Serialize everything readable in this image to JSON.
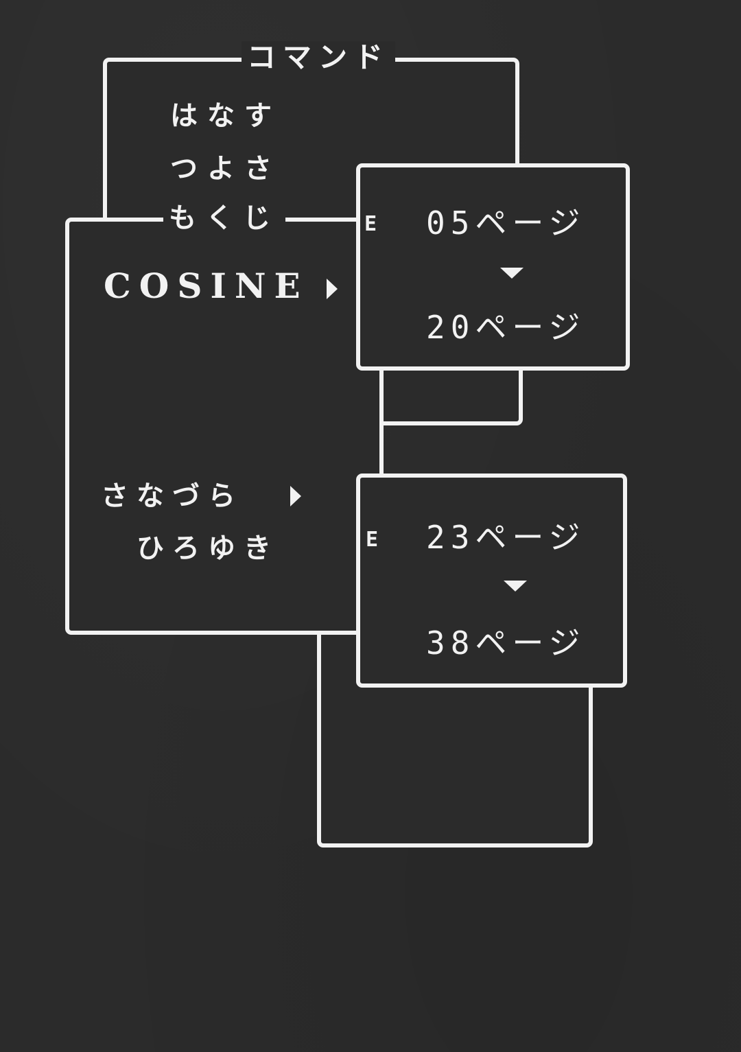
{
  "command_window": {
    "title": "コマンド",
    "items": [
      "はなす",
      "つよさ",
      "もくじ"
    ]
  },
  "party_window": {
    "member_1": "COSINE",
    "member_2_line_1": "さなづら",
    "member_2_line_2": "ひろゆき"
  },
  "range_window_1": {
    "equip_mark": "E",
    "from": "05ページ",
    "to": "20ページ"
  },
  "range_window_2": {
    "equip_mark": "E",
    "from": "23ページ",
    "to": "38ページ"
  }
}
